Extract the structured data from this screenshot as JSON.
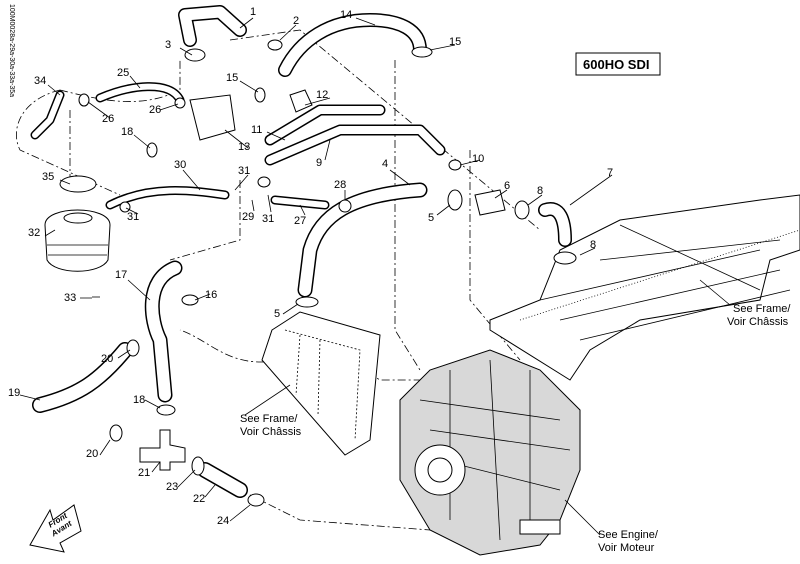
{
  "drawing_code": "100M0028a-29a-30a-33a-35a",
  "model_label": "600HO SDI",
  "callouts": [
    "1",
    "2",
    "3",
    "14",
    "15",
    "15",
    "34",
    "25",
    "26",
    "26",
    "12",
    "18",
    "13",
    "11",
    "9",
    "10",
    "35",
    "30",
    "31",
    "31",
    "31",
    "29",
    "27",
    "28",
    "4",
    "6",
    "8",
    "7",
    "5",
    "32",
    "8",
    "17",
    "16",
    "33",
    "5",
    "20",
    "19",
    "18",
    "20",
    "21",
    "23",
    "22",
    "24"
  ],
  "notes": {
    "frame_top_1": "See Frame/",
    "frame_top_2": "Voir Châssis",
    "frame_mid_1": "See Frame/",
    "frame_mid_2": "Voir Châssis",
    "engine_1": "See Engine/",
    "engine_2": "Voir Moteur"
  },
  "front_arrow": {
    "line1": "Front",
    "line2": "Avant"
  }
}
